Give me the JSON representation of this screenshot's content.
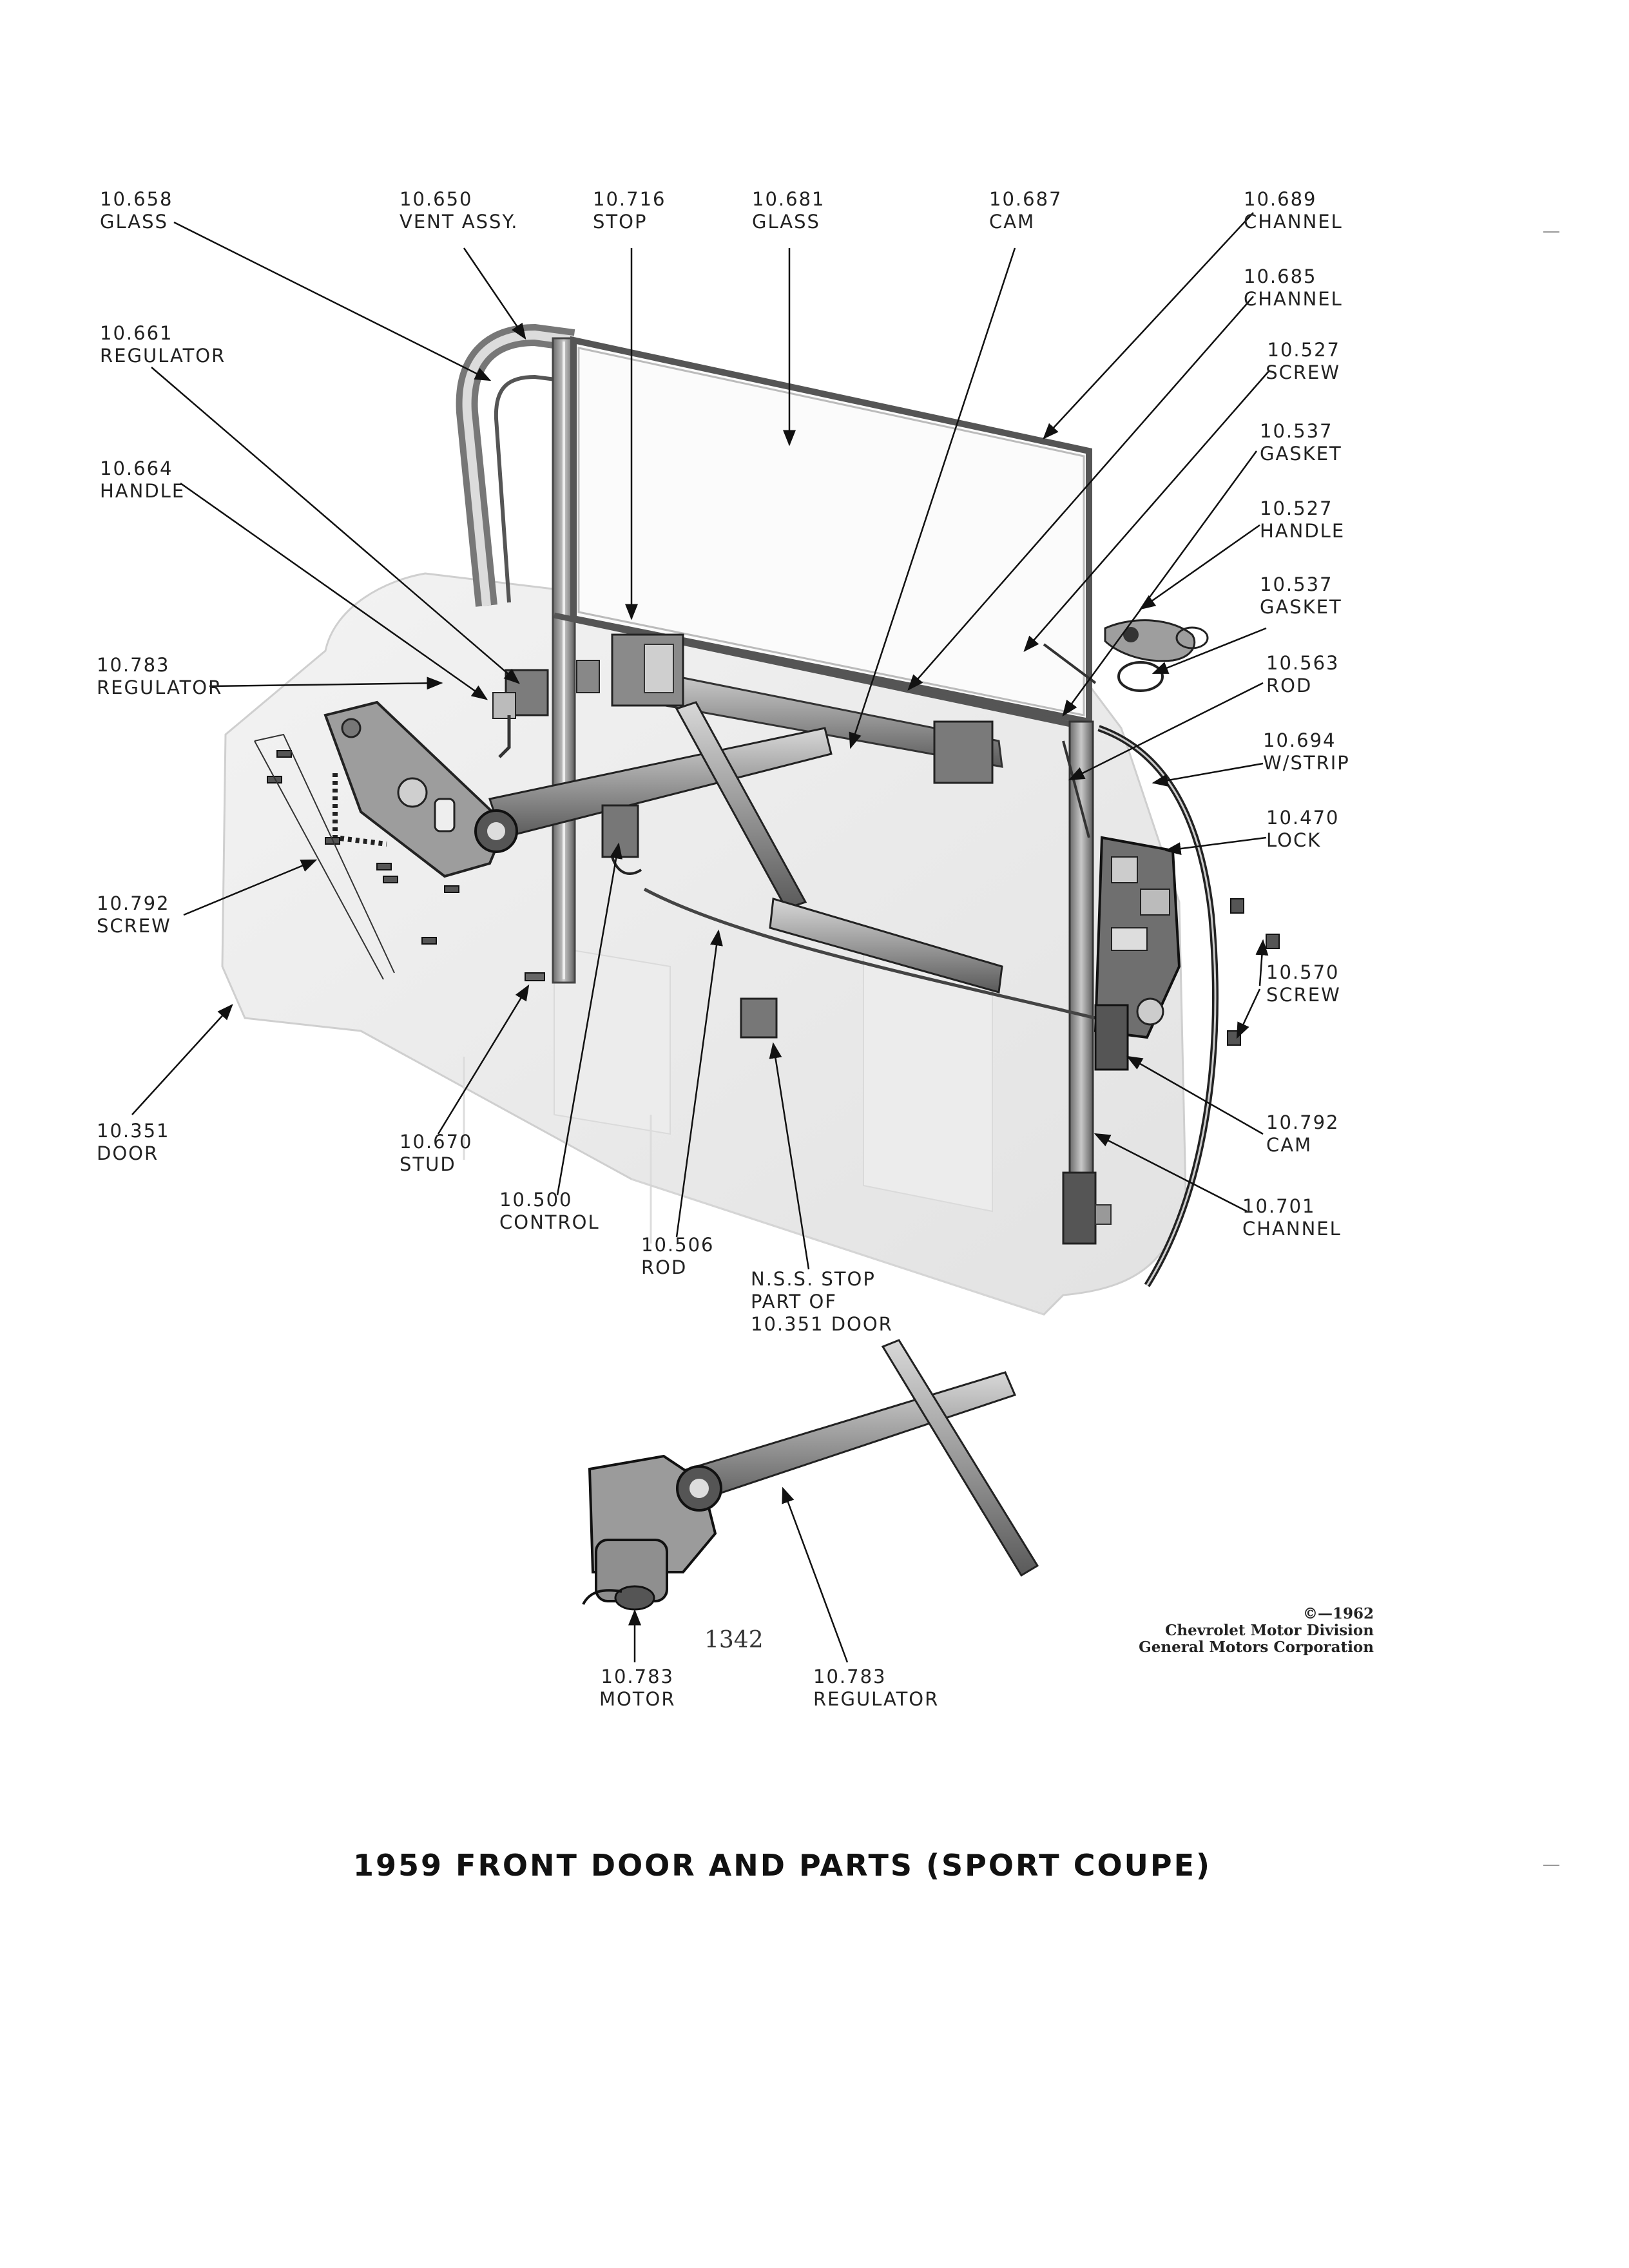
{
  "title": "1959 FRONT DOOR AND PARTS (SPORT COUPE)",
  "page_number": "1342",
  "credits": {
    "copyright": "©—1962",
    "line1": "Chevrolet Motor Division",
    "line2": "General Motors Corporation"
  },
  "callouts": {
    "glass_658": {
      "num": "10.658",
      "name": "GLASS"
    },
    "vent_650": {
      "num": "10.650",
      "name": "VENT ASSY."
    },
    "stop_716": {
      "num": "10.716",
      "name": "STOP"
    },
    "glass_681": {
      "num": "10.681",
      "name": "GLASS"
    },
    "cam_687": {
      "num": "10.687",
      "name": "CAM"
    },
    "channel_689": {
      "num": "10.689",
      "name": "CHANNEL"
    },
    "channel_685": {
      "num": "10.685",
      "name": "CHANNEL"
    },
    "screw_527": {
      "num": "10.527",
      "name": "SCREW"
    },
    "gasket_537a": {
      "num": "10.537",
      "name": "GASKET"
    },
    "handle_527": {
      "num": "10.527",
      "name": "HANDLE"
    },
    "gasket_537b": {
      "num": "10.537",
      "name": "GASKET"
    },
    "rod_563": {
      "num": "10.563",
      "name": "ROD"
    },
    "wstrip_694": {
      "num": "10.694",
      "name": "W/STRIP"
    },
    "lock_470": {
      "num": "10.470",
      "name": "LOCK"
    },
    "screw_570": {
      "num": "10.570",
      "name": "SCREW"
    },
    "cam_792": {
      "num": "10.792",
      "name": "CAM"
    },
    "channel_701": {
      "num": "10.701",
      "name": "CHANNEL"
    },
    "regulator_661": {
      "num": "10.661",
      "name": "REGULATOR"
    },
    "handle_664": {
      "num": "10.664",
      "name": "HANDLE"
    },
    "regulator_783a": {
      "num": "10.783",
      "name": "REGULATOR"
    },
    "screw_792": {
      "num": "10.792",
      "name": "SCREW"
    },
    "door_351": {
      "num": "10.351",
      "name": "DOOR"
    },
    "stud_670": {
      "num": "10.670",
      "name": "STUD"
    },
    "control_500": {
      "num": "10.500",
      "name": "CONTROL"
    },
    "rod_506": {
      "num": "10.506",
      "name": "ROD"
    },
    "nss_stop": {
      "line1": "N.S.S. STOP",
      "line2": "PART OF",
      "line3": "10.351 DOOR"
    },
    "motor_783": {
      "num": "10.783",
      "name": "MOTOR"
    },
    "regulator_783b": {
      "num": "10.783",
      "name": "REGULATOR"
    }
  }
}
